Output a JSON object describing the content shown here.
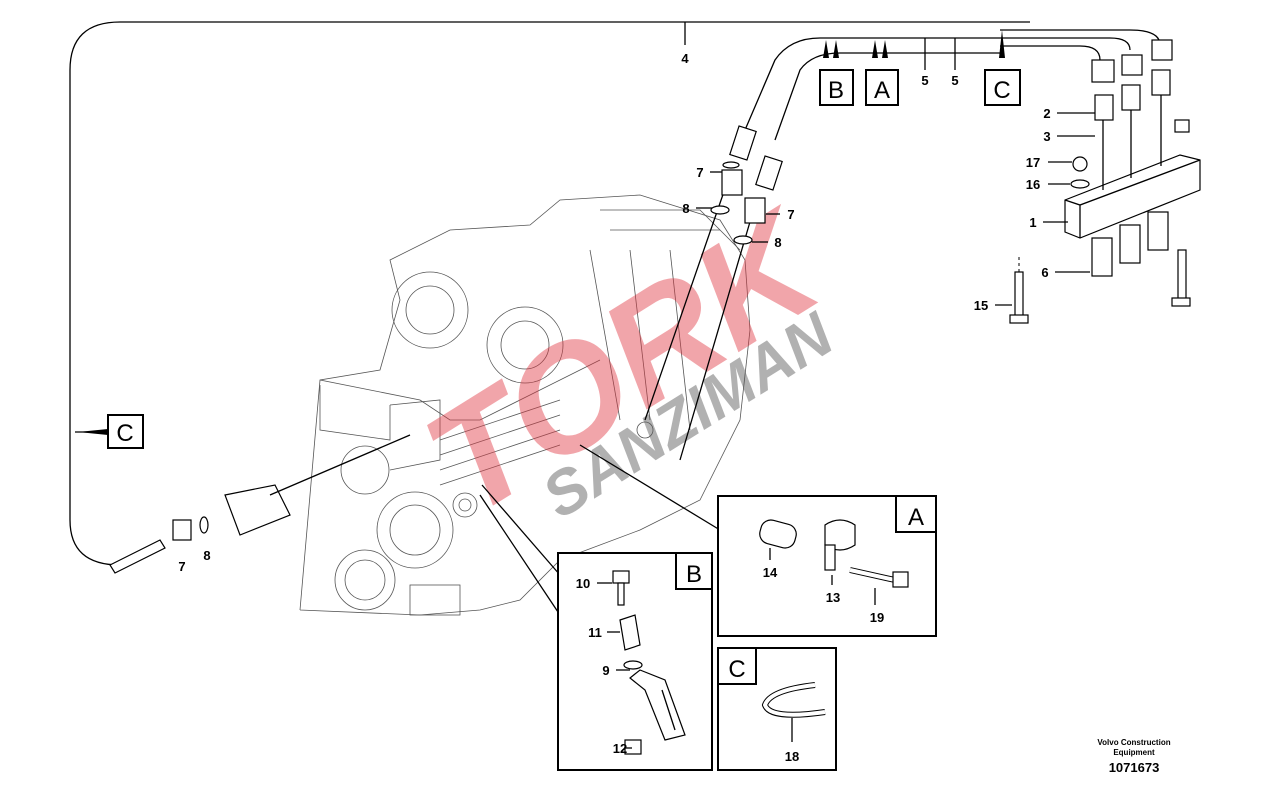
{
  "diagram": {
    "callouts": {
      "c1": "1",
      "c2": "2",
      "c3": "3",
      "c4": "4",
      "c5a": "5",
      "c5b": "5",
      "c6": "6",
      "c7a": "7",
      "c7b": "7",
      "c7c": "7",
      "c8a": "8",
      "c8b": "8",
      "c8c": "8",
      "c9": "9",
      "c10": "10",
      "c11": "11",
      "c12": "12",
      "c13": "13",
      "c14": "14",
      "c15": "15",
      "c16": "16",
      "c17": "17",
      "c18": "18",
      "c19": "19"
    },
    "view_refs": {
      "a": "A",
      "b": "B",
      "c": "C"
    },
    "watermark": {
      "line1": "TORK",
      "line2": "SANZIMAN"
    }
  },
  "footer": {
    "company": "Volvo Construction Equipment",
    "drawing_number": "1071673"
  }
}
